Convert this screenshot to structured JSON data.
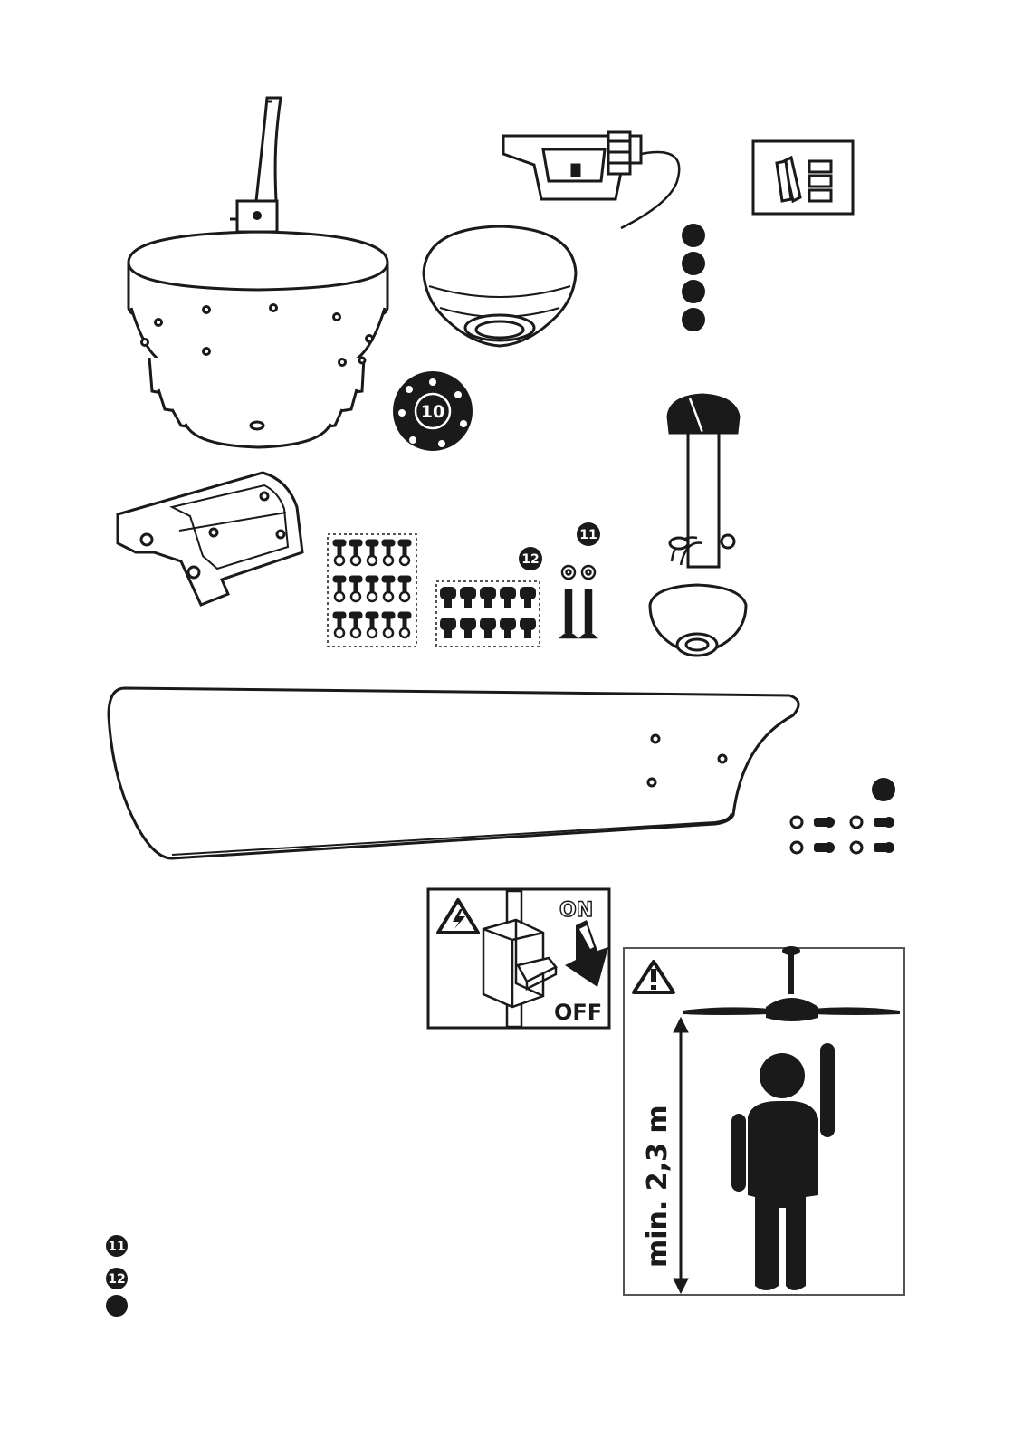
{
  "parts": {
    "mounting_plate_badge": "10",
    "screw_kit_badge": "11",
    "screw_bag_badge": "12",
    "balance_kit_badge": "",
    "bracket_badges": [
      "",
      "",
      "",
      ""
    ]
  },
  "safety": {
    "switch_on_label": "ON",
    "switch_off_label": "OFF",
    "min_height_label": "min. 2,3 m"
  },
  "legend": {
    "items": [
      {
        "badge": "11"
      },
      {
        "badge": "12"
      },
      {
        "badge": ""
      }
    ]
  },
  "colors": {
    "ink": "#1a1a1a",
    "paper": "#ffffff",
    "frame": "#555555"
  }
}
